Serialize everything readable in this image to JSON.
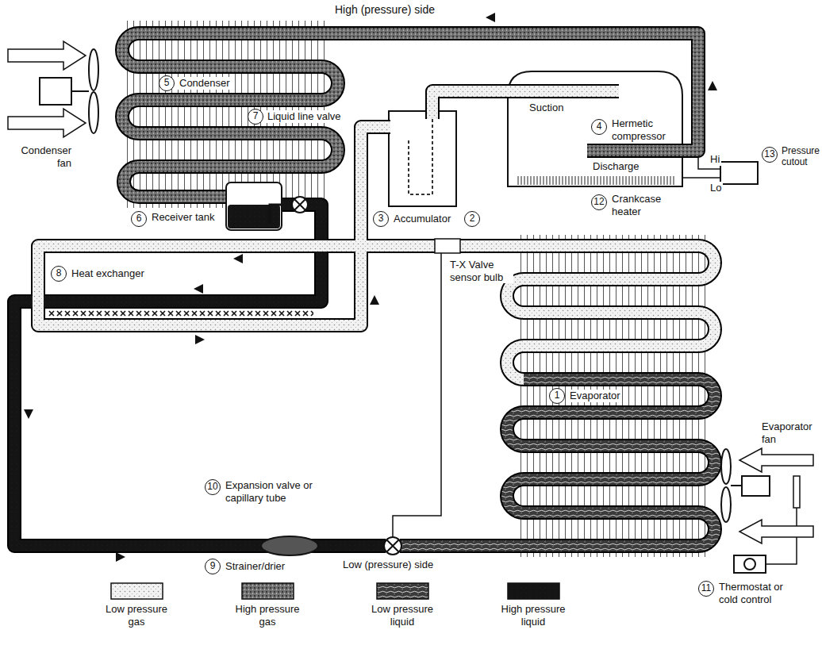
{
  "diagram": {
    "labels": [
      "High (pressure) side",
      "7",
      "Liquid line valve",
      "5",
      "Condenser",
      "Suction",
      "4",
      "Hermetic compressor",
      "Condenser fan",
      "6",
      "Receiver tank",
      "Discharge",
      "Hi",
      "13",
      "Pressure cutout",
      "Lo",
      "8",
      "Heat exchanger",
      "3",
      "Accumulator",
      "12",
      "Crankcase heater",
      "2",
      "T-X Valve sensor bulb",
      "1",
      "Evaporator",
      "Evaporator fan",
      "10",
      "Expansion valve or capillary tube",
      "11",
      "Thermostat or cold control",
      "9",
      "Strainer/drier",
      "Low (pressure) side"
    ],
    "legend": [
      {
        "text": "Low pressure gas"
      },
      {
        "text": "High pressure gas"
      },
      {
        "text": "Low pressure liquid"
      },
      {
        "text": "High pressure liquid"
      }
    ]
  }
}
